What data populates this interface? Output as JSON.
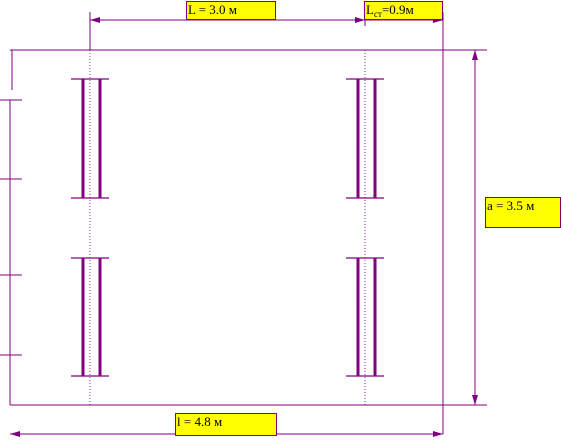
{
  "colors": {
    "line": "#800080",
    "label_background": "#ffff00",
    "label_text": "#000000",
    "background": "#ffffff"
  },
  "labels": {
    "span_L": "L = 3.0 м",
    "overhang": {
      "main": "L",
      "sub": "ст",
      "rest": "=0.9м"
    },
    "height_a": "a = 3.5 м",
    "length_l": "l = 4.8 м"
  }
}
